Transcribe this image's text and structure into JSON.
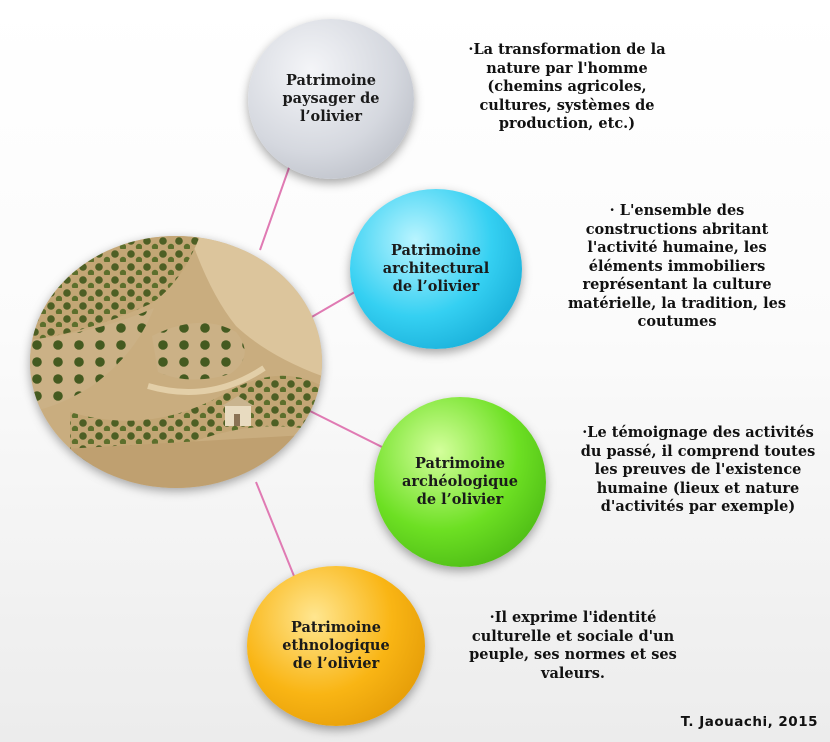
{
  "nodes": [
    {
      "title_lines": [
        "Patrimoine",
        "paysager de",
        "l’olivier"
      ],
      "color": "#d5d8df",
      "description_lines": [
        "·La transformation de la",
        "nature par l'homme",
        "(chemins agricoles,",
        "cultures, systèmes de",
        "production, etc.)"
      ]
    },
    {
      "title_lines": [
        "Patrimoine",
        "architectural",
        "de l’olivier"
      ],
      "color": "#35d0f2",
      "description_lines": [
        "· L'ensemble des",
        "constructions abritant",
        "l'activité humaine, les",
        "éléments immobiliers",
        "représentant la culture",
        "matérielle, la tradition, les",
        "coutumes"
      ]
    },
    {
      "title_lines": [
        "Patrimoine",
        "archéologique",
        "de l’olivier"
      ],
      "color": "#6de023",
      "description_lines": [
        "·Le témoignage des activités",
        "du passé, il comprend toutes",
        "les preuves de l'existence",
        "humaine (lieux et nature",
        "d'activités par exemple)"
      ]
    },
    {
      "title_lines": [
        "Patrimoine",
        "ethnologique",
        "de l’olivier"
      ],
      "color": "#f9b514",
      "description_lines": [
        "·Il exprime l'identité",
        "culturelle et sociale d'un",
        "peuple, ses normes et ses",
        "valeurs."
      ]
    }
  ],
  "photo": {
    "icon": "olive-grove-landscape-photo"
  },
  "connector_color": "#e07ab3",
  "credit": "T. Jaouachi, 2015"
}
